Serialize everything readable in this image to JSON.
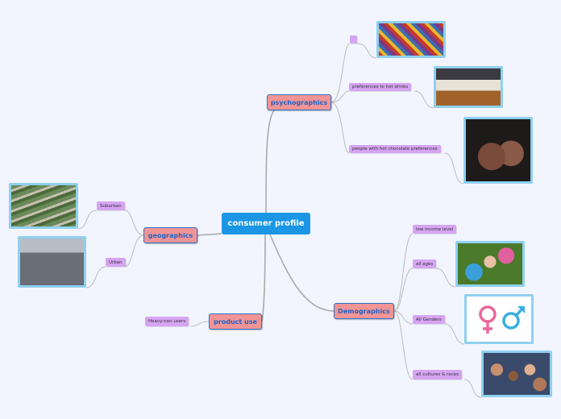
{
  "central": {
    "label": "consumer profile"
  },
  "branches": {
    "psychographics": {
      "label": "psychographics",
      "items": [
        "",
        "preferences to hot drinks",
        "people with hot chocolate preferences"
      ]
    },
    "geographics": {
      "label": "geographics",
      "items": [
        "Suburban",
        "Urban"
      ]
    },
    "product_use": {
      "label": "product use",
      "items": [
        "Heavy-non users"
      ]
    },
    "demographics": {
      "label": "Demographics",
      "items": [
        "low income level",
        "all ages",
        "All Genders",
        "all cultures & races"
      ]
    }
  },
  "colors": {
    "central": "#1a96e4",
    "main_fill": "#f19495",
    "main_border": "#2d72c9",
    "sub_fill": "#d6a4f3",
    "image_border": "#8fd0f0",
    "background": "#f2f5fe"
  }
}
